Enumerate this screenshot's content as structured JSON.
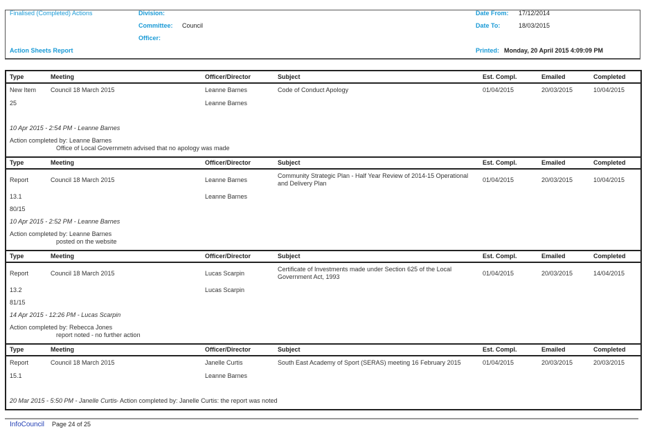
{
  "header": {
    "report_type": "Finalised (Completed) Actions",
    "report_name": "Action Sheets Report",
    "division_label": "Division:",
    "committee_label": "Committee:",
    "committee_value": "Council",
    "officer_label": "Officer:",
    "date_from_label": "Date From:",
    "date_from_value": "17/12/2014",
    "date_to_label": "Date To:",
    "date_to_value": "18/03/2015",
    "printed_label": "Printed:",
    "printed_value": "Monday, 20 April 2015  4:09:09 PM"
  },
  "columns": [
    "Type",
    "Meeting",
    "Officer/Director",
    "Subject",
    "Est. Compl.",
    "Emailed",
    "Completed"
  ],
  "actions": [
    {
      "type": "New Item",
      "meeting": "Council 18 March 2015",
      "officer": "Leanne Barnes",
      "subject": "Code of Conduct Apology",
      "est_compl": "01/04/2015",
      "emailed": "20/03/2015",
      "completed": "10/04/2015",
      "item_no": "25",
      "resolution_no": "",
      "officer2": "Leanne Barnes",
      "log_entry": "10 Apr 2015 - 2:54 PM - Leanne Barnes",
      "completed_by": "Action completed by: Leanne Barnes",
      "note": "Office of Local Governmetn advised that no apology was made"
    },
    {
      "type": "Report",
      "meeting": "Council 18 March 2015",
      "officer": "Leanne Barnes",
      "subject": "Community Strategic Plan - Half Year Review of 2014-15 Operational and Delivery Plan",
      "est_compl": "01/04/2015",
      "emailed": "20/03/2015",
      "completed": "10/04/2015",
      "item_no": "13.1",
      "resolution_no": "80/15",
      "officer2": "Leanne Barnes",
      "log_entry": "10 Apr 2015 - 2:52 PM - Leanne Barnes",
      "completed_by": "Action completed by: Leanne Barnes",
      "note": "posted on the website"
    },
    {
      "type": "Report",
      "meeting": "Council 18 March 2015",
      "officer": "Lucas Scarpin",
      "subject": "Certificate of Investments made under Section 625 of the Local Government Act, 1993",
      "est_compl": "01/04/2015",
      "emailed": "20/03/2015",
      "completed": "14/04/2015",
      "item_no": "13.2",
      "resolution_no": "81/15",
      "officer2": "Lucas Scarpin",
      "log_entry": "14 Apr 2015 - 12:26 PM - Lucas Scarpin",
      "completed_by": "Action completed by: Rebecca Jones",
      "note": "report noted - no further action"
    },
    {
      "type": "Report",
      "meeting": "Council 18 March 2015",
      "officer": "Janelle Curtis",
      "subject": "South East Academy of Sport (SERAS) meeting 16 February 2015",
      "est_compl": "01/04/2015",
      "emailed": "20/03/2015",
      "completed": "20/03/2015",
      "item_no": "15.1",
      "resolution_no": "",
      "officer2": "Leanne Barnes",
      "log_entry": "20 Mar 2015 - 5:50 PM - Janelle Curtis",
      "log_tail": " - Action completed by: Janelle Curtis: the report was noted",
      "completed_by": "",
      "note": ""
    }
  ],
  "footer": {
    "brand": "InfoCouncil",
    "page": "Page 24 of 25"
  }
}
